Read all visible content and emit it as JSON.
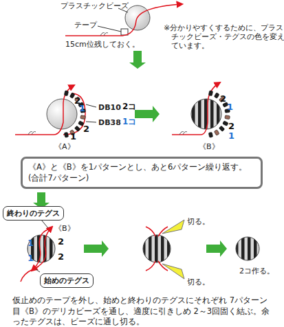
{
  "diagram": {
    "nodes": [
      {
        "text": [
          "《A》と《B》を1パターンとし、あと6パターン繰り返す。(合計7パターン)"
        ]
      },
      {
        "text": [
          "終わりのテグス"
        ]
      },
      {
        "text": [
          "始めのテグス"
        ]
      }
    ],
    "labels": [
      "プラスチックビーズ",
      "テープ",
      "15cm位残しておく。",
      "※分かりやすくするために、プラスチックビーズ・テグスの色を変えています。",
      "2",
      "1",
      "DB10",
      "2コ",
      "DB38",
      "1コ",
      "2",
      "1",
      "《A》",
      "2",
      "1",
      "2",
      "1",
      "《B》",
      "《B》",
      "1",
      "2",
      "1",
      "2",
      "切る。",
      "切る。",
      "2コ作る。",
      "仮止めのテープを外し、始めと終わりのテグスにそれぞれ 7パターン目《B》のデリカビーズを通し、適度に引きしめ 2～3回固く結ぶ。余ったテグスは、ビーズに通し切る。"
    ]
  }
}
